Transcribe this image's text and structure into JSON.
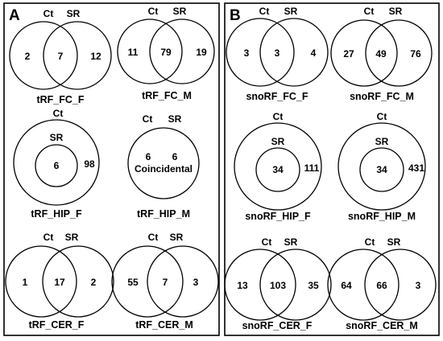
{
  "panels": [
    {
      "letter": "A",
      "diagrams": [
        {
          "type": "venn",
          "caption": "tRF_FC_F",
          "set_a": "Ct",
          "set_b": "SR",
          "only_a": "2",
          "both": "7",
          "only_b": "12"
        },
        {
          "type": "venn",
          "caption": "tRF_FC_M",
          "set_a": "Ct",
          "set_b": "SR",
          "only_a": "11",
          "both": "79",
          "only_b": "19"
        },
        {
          "type": "nested",
          "caption": "tRF_HIP_F",
          "outer": "Ct",
          "inner": "SR",
          "inner_value": "6",
          "outer_value": "98"
        },
        {
          "type": "single",
          "caption": "tRF_HIP_M",
          "set_a": "Ct",
          "set_b": "SR",
          "value_a": "6",
          "value_b": "6",
          "note": "Coincidental"
        },
        {
          "type": "venn",
          "caption": "tRF_CER_F",
          "set_a": "Ct",
          "set_b": "SR",
          "only_a": "1",
          "both": "17",
          "only_b": "2"
        },
        {
          "type": "venn",
          "caption": "tRF_CER_M",
          "set_a": "Ct",
          "set_b": "SR",
          "only_a": "55",
          "both": "7",
          "only_b": "3"
        }
      ]
    },
    {
      "letter": "B",
      "diagrams": [
        {
          "type": "venn",
          "caption": "snoRF_FC_F",
          "set_a": "Ct",
          "set_b": "SR",
          "only_a": "3",
          "both": "3",
          "only_b": "4"
        },
        {
          "type": "venn",
          "caption": "snoRF_FC_M",
          "set_a": "Ct",
          "set_b": "SR",
          "only_a": "27",
          "both": "49",
          "only_b": "76"
        },
        {
          "type": "nested",
          "caption": "snoRF_HIP_F",
          "outer": "Ct",
          "inner": "SR",
          "inner_value": "34",
          "outer_value": "111"
        },
        {
          "type": "nested",
          "caption": "snoRF_HIP_M",
          "outer": "Ct",
          "inner": "SR",
          "inner_value": "34",
          "outer_value": "431"
        },
        {
          "type": "venn",
          "caption": "snoRF_CER_F",
          "set_a": "Ct",
          "set_b": "SR",
          "only_a": "13",
          "both": "103",
          "only_b": "35"
        },
        {
          "type": "venn",
          "caption": "snoRF_CER_M",
          "set_a": "Ct",
          "set_b": "SR",
          "only_a": "64",
          "both": "66",
          "only_b": "3"
        }
      ]
    }
  ]
}
